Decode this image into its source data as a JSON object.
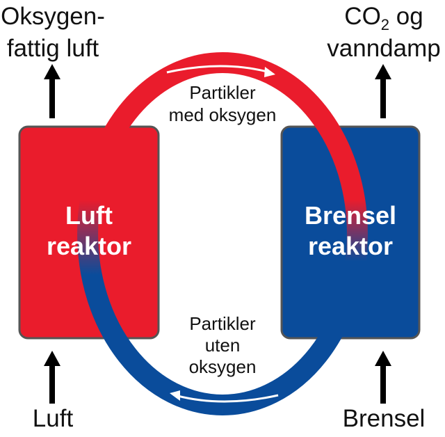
{
  "reactors": {
    "air": {
      "line1": "Luft",
      "line2": "reaktor",
      "color": "#ea1c2c"
    },
    "fuel": {
      "line1": "Brensel",
      "line2": "reaktor",
      "color": "#0a4c9b"
    }
  },
  "outputs": {
    "left": {
      "line1": "Oksygen-",
      "line2": "fattig luft"
    },
    "right": {
      "line1_pre": "CO",
      "line1_sub": "2",
      "line1_post": " og",
      "line2": "vanndamp"
    }
  },
  "inputs": {
    "left": "Luft",
    "right": "Brensel"
  },
  "loop": {
    "top": {
      "line1": "Partikler",
      "line2": "med oksygen"
    },
    "bottom": {
      "line1": "Partikler",
      "line2": "uten",
      "line3": "oksygen"
    }
  },
  "colors": {
    "oxidized": "#ea1c2c",
    "reduced": "#0a4c9b",
    "arrow": "#000000"
  }
}
